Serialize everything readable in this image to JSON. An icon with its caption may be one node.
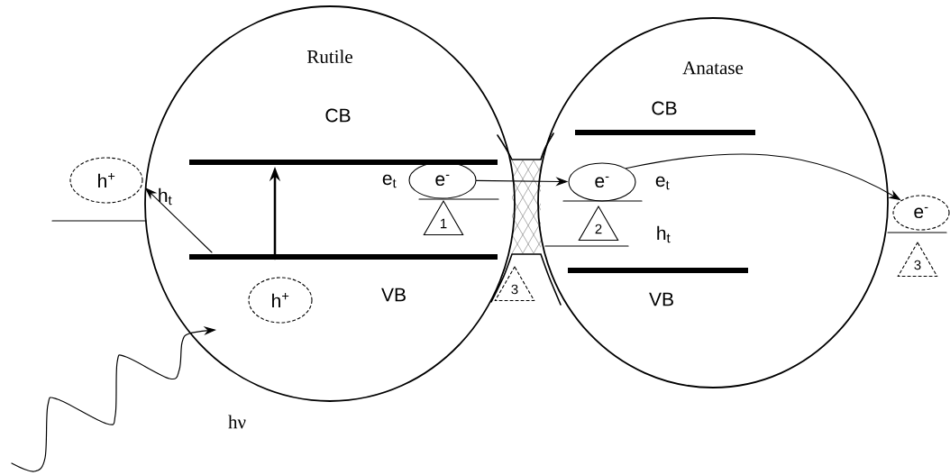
{
  "diagram": {
    "nodes": [
      {
        "text": [
          "Rutile"
        ]
      },
      {
        "text": [
          "Anatase"
        ]
      },
      {
        "text": [
          "h$^{+}$"
        ]
      },
      {
        "text": [
          "e$^{-}$"
        ],
        "in": 0
      },
      {
        "text": [
          "e$^{-}$"
        ],
        "in": 1
      },
      {
        "text": [
          "e$^{-}$"
        ]
      },
      {
        "text": [
          "h$^{+}$"
        ],
        "in": 0
      },
      {
        "text": [
          "1"
        ],
        "in": 0
      },
      {
        "text": [
          "2"
        ],
        "in": 1
      },
      {
        "text": [
          "3"
        ]
      },
      {
        "text": [
          "3"
        ]
      }
    ],
    "edges": [
      {
        "from": 3,
        "to": 4,
        "arrow": "to"
      },
      {
        "from": 4,
        "to": 5,
        "arrow": "to"
      },
      {
        "from": null,
        "to": 0,
        "arrow": "to"
      }
    ],
    "labels": [
      "CB",
      "h$_{t}$",
      "e$_{t}$",
      "VB",
      "CB",
      "e$_{t}$",
      "h$_{t}$",
      "VB",
      "hν"
    ]
  }
}
